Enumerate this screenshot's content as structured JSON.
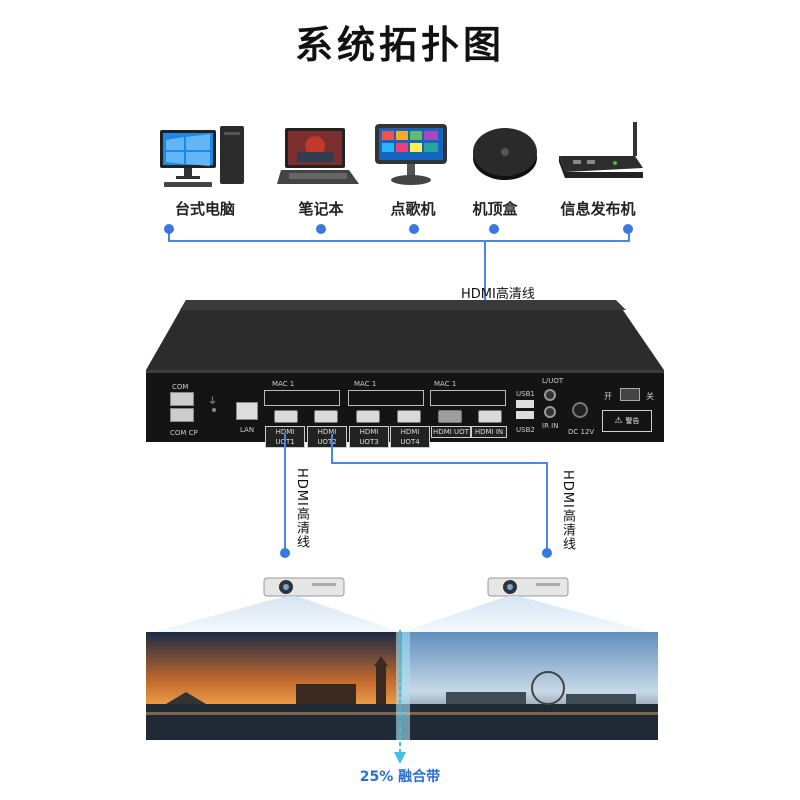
{
  "title": "系统拓扑图",
  "devices": [
    {
      "label": "台式电脑",
      "icon": "desktop-pc-icon"
    },
    {
      "label": "笔记本",
      "icon": "laptop-icon"
    },
    {
      "label": "点歌机",
      "icon": "karaoke-machine-icon"
    },
    {
      "label": "机顶盒",
      "icon": "set-top-box-icon"
    },
    {
      "label": "信息发布机",
      "icon": "media-player-box-icon"
    }
  ],
  "cable_top_label": "HDMI高清线",
  "cable_left_label": "HDMI高清线",
  "cable_right_label": "HDMI高清线",
  "box": {
    "com_top": "COM",
    "com_bottom": "COM  CP",
    "lan": "LAN",
    "mac_labels": [
      "MAC 1",
      "MAC 1",
      "MAC 1"
    ],
    "ports": [
      "HDMI UOT1",
      "HDMI UOT2",
      "HDMI UOT3",
      "HDMI UOT4",
      "HDMI UOT",
      "HDMI IN"
    ],
    "usb1": "USB1",
    "usb2": "USB2",
    "luot": "L/UOT",
    "ir_in": "IR  IN",
    "dc": "DC 12V",
    "on": "开",
    "off": "关",
    "warning": "警告"
  },
  "blend_label": "25% 融合带",
  "colors": {
    "accent": "#4a86e8",
    "box": "#1c1c1c",
    "text": "#222222"
  }
}
